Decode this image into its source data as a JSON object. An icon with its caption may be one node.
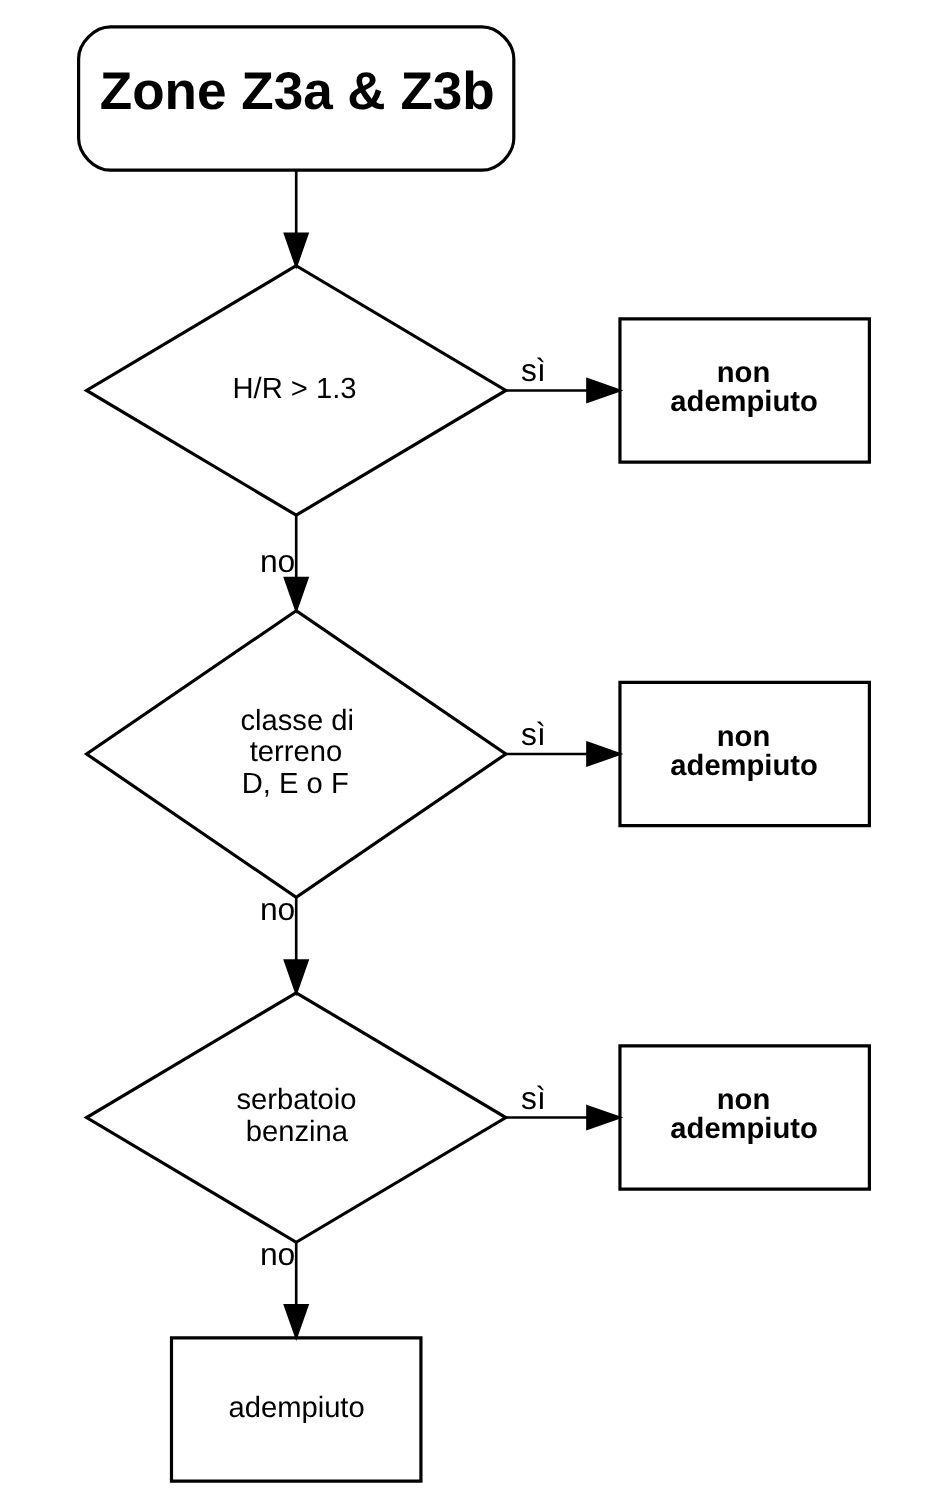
{
  "diagram": {
    "nodes": [
      {
        "text": [
          "Zone Z3a & Z3b"
        ]
      },
      {
        "text": [
          "H/R > 1.3"
        ]
      },
      {
        "text": [
          "non adempiuto"
        ]
      },
      {
        "text": [
          "classe di terreno D, E o F"
        ]
      },
      {
        "text": [
          "non adempiuto"
        ]
      },
      {
        "text": [
          "serbatoio benzina"
        ]
      },
      {
        "text": [
          "non adempiuto"
        ]
      },
      {
        "text": [
          "adempiuto"
        ]
      }
    ],
    "edges": [
      {
        "from": 0,
        "to": 1,
        "arrow": "to"
      },
      {
        "from": 1,
        "to": 2,
        "arrow": "to",
        "label": "sì"
      },
      {
        "from": 1,
        "to": 3,
        "arrow": "to",
        "label": "no"
      },
      {
        "from": 3,
        "to": 4,
        "arrow": "to",
        "label": "sì"
      },
      {
        "from": 3,
        "to": 5,
        "arrow": "to",
        "label": "no"
      },
      {
        "from": 5,
        "to": 6,
        "arrow": "to",
        "label": "sì"
      },
      {
        "from": 5,
        "to": 7,
        "arrow": "to",
        "label": "no"
      }
    ]
  }
}
